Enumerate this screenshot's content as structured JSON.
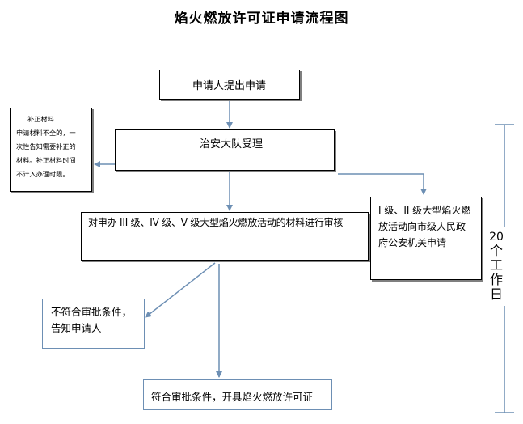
{
  "title": "焰火燃放许可证申请流程图",
  "steps": {
    "apply": "申请人提出申请",
    "accept": "治安大队受理",
    "supplement": [
      "补正材料",
      "申请材料不全的，一",
      "次性告知需要补正的",
      "材料。补正材料时间",
      "不计入办理时限。"
    ],
    "review": "对申办 III 级、IV 级、V 级大型焰火燃放活动的材料进行审核",
    "provincial": [
      "I 级、II 级大型焰火燃",
      "放活动向市级人民政",
      "府公安机关申请"
    ],
    "reject": [
      "不符合审批条件，",
      "告知申请人"
    ],
    "approve": "符合审批条件，开具焰火燃放许可证"
  },
  "timeframe": [
    "20",
    "个",
    "工",
    "作",
    "日"
  ],
  "colors": {
    "arrow": "#6d8fb4",
    "border": "#000000",
    "shadow": "#7f7f7f"
  }
}
